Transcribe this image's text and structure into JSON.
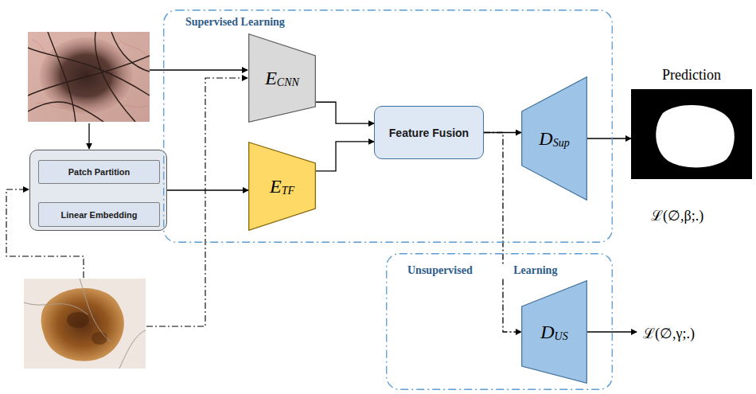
{
  "diagram": {
    "nodes": [
      {
        "text": []
      },
      {
        "text": [
          "Patch Partition"
        ],
        "in": 0
      },
      {
        "text": [
          "Linear Embedding"
        ],
        "in": 0
      },
      {
        "text": [
          "Supervised Learning"
        ]
      },
      {
        "text": [
          "E",
          "CNN"
        ],
        "in": 3
      },
      {
        "text": [
          "E",
          "TF"
        ],
        "in": 3
      },
      {
        "text": [
          "Feature Fusion"
        ],
        "in": 3
      },
      {
        "text": [
          "D",
          "Sup"
        ],
        "in": 3
      },
      {
        "text": [
          "Prediction"
        ]
      },
      {
        "text": [
          "Unsupervised Learning"
        ]
      },
      {
        "text": [
          "D",
          "US"
        ],
        "in": 9
      }
    ],
    "edges": [
      {
        "from": 1,
        "to": 2,
        "arrow": "to"
      },
      {
        "from": 0,
        "to": 5,
        "arrow": "to"
      },
      {
        "from": 4,
        "to": 6,
        "arrow": "to"
      },
      {
        "from": 5,
        "to": 6,
        "arrow": "to"
      },
      {
        "from": 6,
        "to": 7,
        "arrow": "to"
      },
      {
        "from": 7,
        "to": 8,
        "arrow": "to"
      },
      {
        "from": 6,
        "to": 10,
        "arrow": "to"
      }
    ],
    "labels": [
      "ℒ(∅,β;.)",
      "ℒ(∅,γ;.)"
    ]
  }
}
